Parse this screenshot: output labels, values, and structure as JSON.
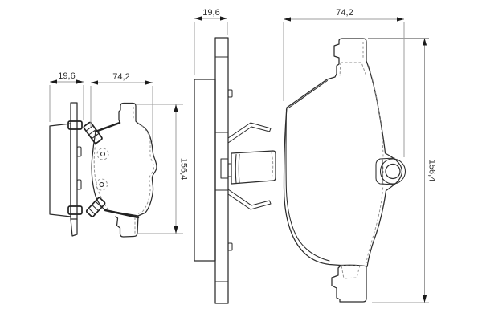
{
  "drawing": {
    "colors": {
      "background": "#ffffff",
      "outline": "#2c2c2c",
      "dimension_line": "#9d9d9d",
      "arrow": "#1a1a1a",
      "text": "#2f2f2f"
    },
    "dimensions": {
      "left_edge_thickness": {
        "label": "19,6"
      },
      "left_face_width": {
        "label": "74,2"
      },
      "left_face_height": {
        "label": "156,4"
      },
      "center_edge_thickness": {
        "label": "19,6"
      },
      "right_face_width": {
        "label": "74,2"
      },
      "right_face_height": {
        "label": "156,4"
      }
    }
  }
}
